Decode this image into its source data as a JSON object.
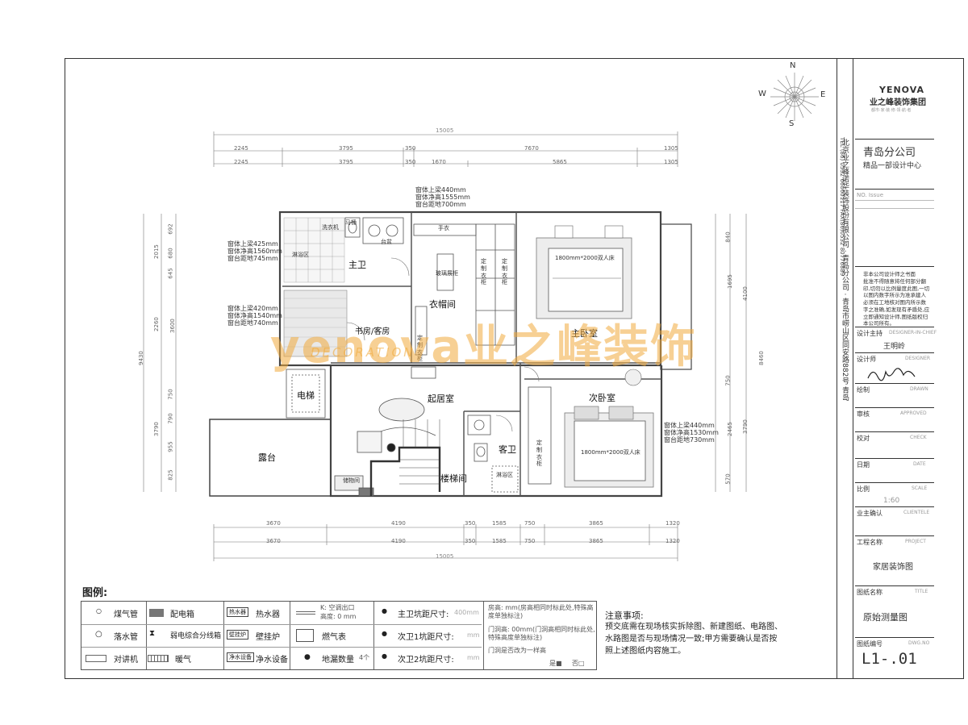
{
  "compass": {
    "n": "N",
    "s": "S",
    "e": "E",
    "w": "W"
  },
  "dims_top": {
    "total": "15005",
    "row1": [
      "2245",
      "3795",
      "350",
      "7670",
      "1305"
    ],
    "row2": [
      "2245",
      "3795",
      "350",
      "1670",
      "5865",
      "1305"
    ]
  },
  "dims_bottom": {
    "total": "15005",
    "row1": [
      "3670",
      "4190",
      "350",
      "1585",
      "750",
      "3865",
      "1320"
    ],
    "row2": [
      "3670",
      "4190",
      "350",
      "1585",
      "750",
      "3865",
      "1320"
    ]
  },
  "dims_left": [
    "692",
    "2015",
    "680",
    "645",
    "2260",
    "3600",
    "750",
    "790",
    "3790",
    "955",
    "825",
    "9430"
  ],
  "dims_right": [
    "840",
    "1695",
    "4100",
    "750",
    "2465",
    "3790",
    "570",
    "8460"
  ],
  "window_notes": {
    "top": [
      "窗体上梁440mm",
      "窗体净高1555mm",
      "窗台距地700mm"
    ],
    "left1": [
      "窗体上梁425mm",
      "窗体净高1560mm",
      "窗台距地745mm"
    ],
    "left2": [
      "窗体上梁420mm",
      "窗体净高1540mm",
      "窗台距地740mm"
    ],
    "right": [
      "窗体上梁440mm",
      "窗体净高1530mm",
      "窗台距地730mm"
    ]
  },
  "rooms": {
    "master_bath": "主卫",
    "closet": "衣帽间",
    "master_bed": "主卧室",
    "study": "书房/客房",
    "elevator": "电梯",
    "living": "起居室",
    "second_bed": "次卧室",
    "guest_bath": "客卫",
    "terrace": "露台",
    "stairs": "楼梯间"
  },
  "fixtures": {
    "washer": "洗衣机",
    "shower": "淋浴区",
    "basin": "台盆",
    "toilet": "马桶",
    "bed1": "1800mm*2000双人床",
    "bed2": "1800mm*2000双人床",
    "island": "玻璃展柜",
    "shoe": "手衣",
    "ward1": "定制衣柜",
    "ward2": "定制衣柜",
    "ward3": "定制衣柜",
    "ward4": "定制衣柜",
    "shower2": "淋浴区",
    "storage": "储物间"
  },
  "watermark": {
    "main": "yenova业之峰装饰",
    "sub": "DECORATION"
  },
  "legend": {
    "title": "图例:",
    "items": {
      "gas_pipe": "煤气管",
      "drain_pipe": "落水管",
      "intercom": "对讲机",
      "elec_box": "配电箱",
      "weak_box": "弱电综合分线箱",
      "heating": "暖气",
      "water_heater_tag": "热水器",
      "water_heater": "热水器",
      "boiler_tag": "壁挂炉",
      "boiler": "壁挂炉",
      "purifier_tag": "净水设备",
      "purifier": "净水设备",
      "ac_label": "K: 空调出口",
      "ac_height": "高度: 0 mm",
      "gas_meter": "燃气表",
      "floor_drain": "地漏数量",
      "floor_drain_count": "4个",
      "main_bath_pit": "主卫坑距尺寸:",
      "main_bath_value": "400mm",
      "bath1_pit": "次卫1坑距尺寸:",
      "bath1_unit": "mm",
      "bath2_pit": "次卫2坑距尺寸:",
      "bath2_unit": "mm",
      "room_height": "房高: mm(房高相同时标此处,特殊高度单独标注)",
      "door_height": "门洞高: 00mm(门洞高相同时标此处,特殊高度单独标注)",
      "door_question": "门洞是否改为一样高",
      "yes": "是■",
      "no": "否□"
    }
  },
  "notes": {
    "title": "注意事项:",
    "body": [
      "预交底需在现场核实拆除图、新建图纸、电路图、",
      "水路图是否与现场情况一致;甲方需要确认是否按",
      "照上述图纸内容施工。"
    ]
  },
  "title_block": {
    "brand": "YENOVA",
    "brand_cn": "业之峰装饰集团",
    "brand_sub": "都市·家·装·修·领·航·者",
    "branch": "青岛分公司",
    "dept": "精品一部设计中心",
    "no_issue": "NO.  Issue",
    "disclaimer": [
      "非本公司设计师之书面",
      "批准不得随意将任何部分翻",
      "印,切勿以比例量度此图,一切",
      "以图内数字所示为准承建人",
      "必须在工地核对图内所示数",
      "字之准确,如发现有矛盾处,应",
      "立即通知设计师,图纸版权归",
      "本公司所有。"
    ],
    "designer_head_label": "设计主持",
    "designer_head_en": "DESIGNER-IN-CHIEF",
    "designer_head_name": "王明岭",
    "designer_label": "设计师",
    "designer_en": "DESIGNER",
    "drawn_label": "绘制",
    "drawn_en": "DRAWN",
    "approved_label": "审核",
    "approved_en": "APPROVED",
    "check_label": "校对",
    "check_en": "CHECK",
    "date_label": "日期",
    "date_en": "DATE",
    "scale_label": "比例",
    "scale_en": "SCALE",
    "scale_value": "1:60",
    "client_label": "业主确认",
    "client_en": "CLIENTELE",
    "project_label": "工程名称",
    "project_en": "PROJECT",
    "project_value": "家居装饰图",
    "title_label": "图纸名称",
    "title_en": "TITLE",
    "title_value": "原始测量图",
    "dwg_label": "图纸编号",
    "dwg_en": "DWG.NO",
    "dwg_value": "L1-.01",
    "vertical_text": "北京业之峰诺华装饰股份有限公司 · 青岛分公司 · 青岛市崂山区同安路882号 青岛",
    "vertical_phone": "TEL (86) 0532 66060117 FAX(86)0532 80776889"
  }
}
